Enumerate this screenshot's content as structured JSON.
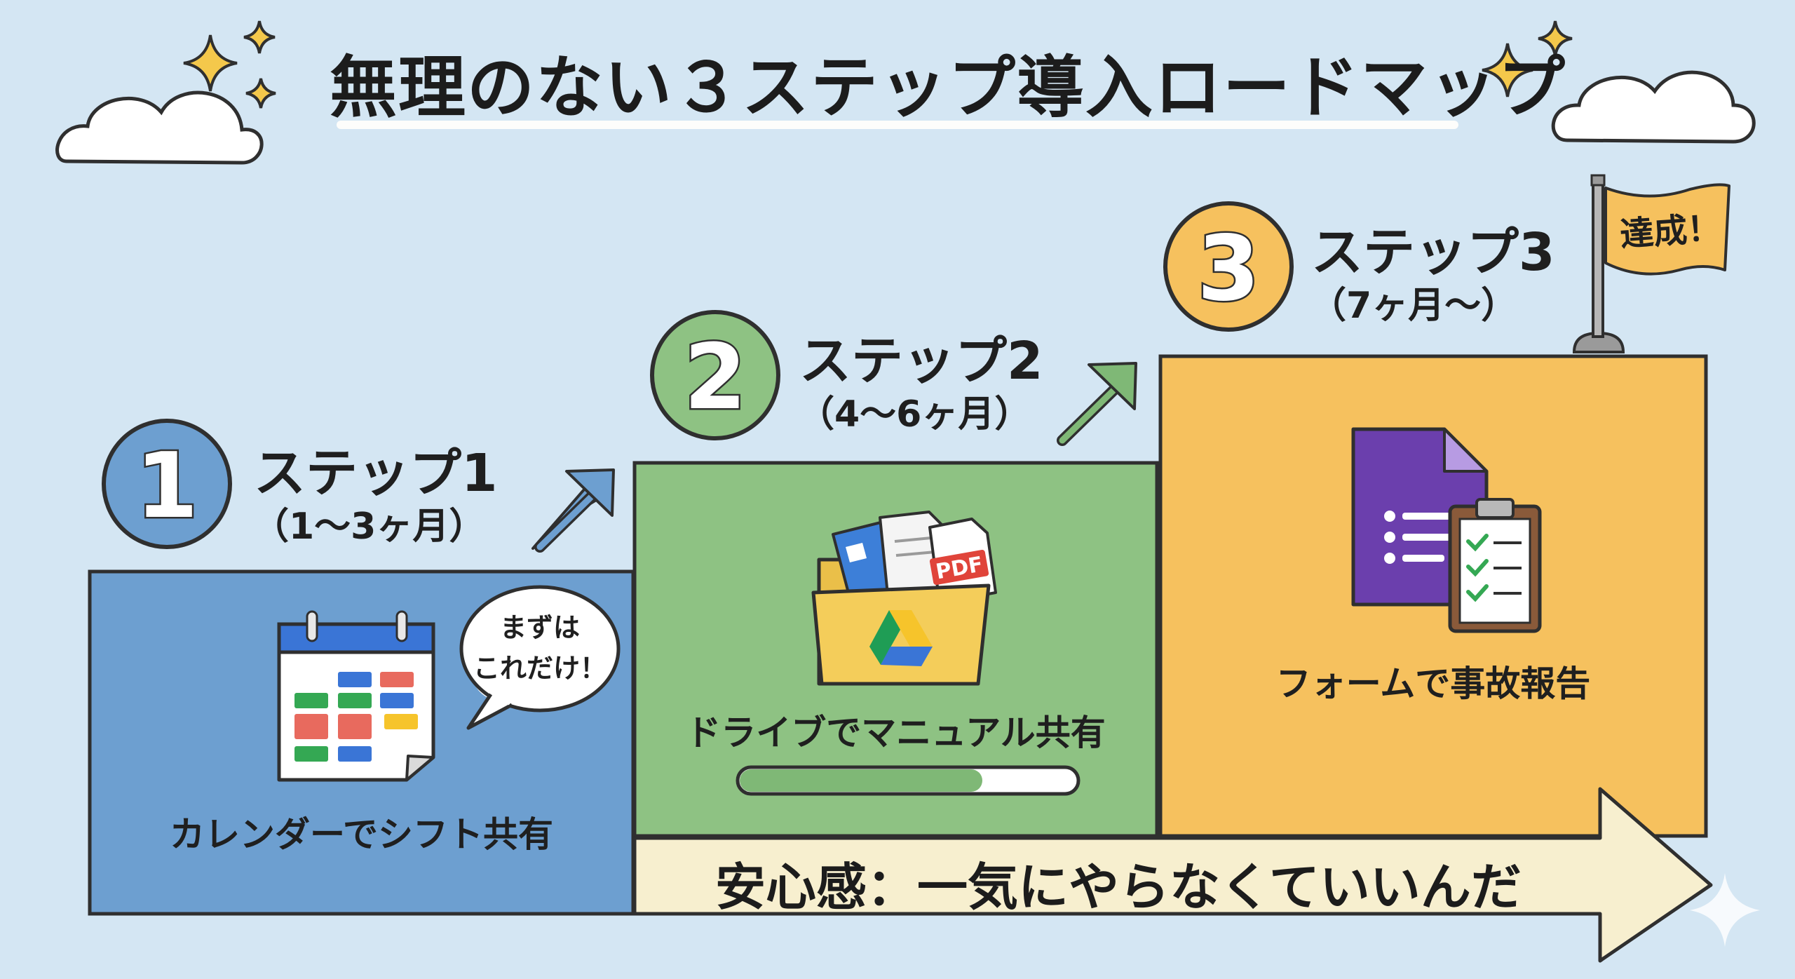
{
  "title": "無理のない３ステップ導入ロードマップ",
  "steps": [
    {
      "number": "1",
      "title": "ステップ1",
      "period": "（1〜3ヶ月）",
      "caption": "カレンダーでシフト共有",
      "color": "#6d9fd0"
    },
    {
      "number": "2",
      "title": "ステップ2",
      "period": "（4〜6ヶ月）",
      "caption": "ドライブでマニュアル共有",
      "color": "#8ec283"
    },
    {
      "number": "3",
      "title": "ステップ3",
      "period": "（7ヶ月〜）",
      "caption": "フォームで事故報告",
      "color": "#f6c15e"
    }
  ],
  "speech_bubble": {
    "line1": "まずは",
    "line2": "これだけ！"
  },
  "progress": {
    "fraction": 0.72
  },
  "goal_flag": "達成！",
  "pdf_badge": "PDF",
  "banner": "安心感：一気にやらなくていいんだ",
  "colors": {
    "background": "#d4e6f3",
    "outline": "#2f2f2f",
    "banner": "#f7efcf",
    "circle_text": "#ffffff"
  }
}
